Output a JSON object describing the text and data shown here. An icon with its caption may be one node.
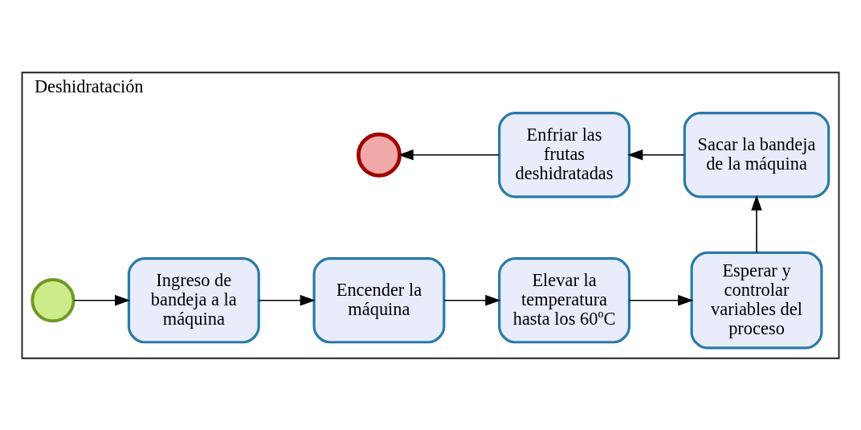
{
  "diagram": {
    "nodes": [
      {
        "text": [
          "Deshidratación"
        ]
      },
      {
        "text": [],
        "shape": "circle",
        "in": 0
      },
      {
        "text": [
          "Ingreso de bandeja a la máquina"
        ],
        "in": 0
      },
      {
        "text": [
          "Encender la máquina"
        ],
        "in": 0
      },
      {
        "text": [
          "Elevar la temperatura hasta los 60ºC"
        ],
        "in": 0
      },
      {
        "text": [
          "Esperar y controlar variables del proceso"
        ],
        "in": 0
      },
      {
        "text": [],
        "shape": "circle",
        "in": 0
      },
      {
        "text": [
          "Enfriar las frutas deshidratadas"
        ],
        "in": 0
      },
      {
        "text": [
          "Sacar la bandeja de la máquina"
        ],
        "in": 0
      }
    ],
    "edges": [
      {
        "from": 1,
        "to": 2,
        "arrow": "to"
      },
      {
        "from": 2,
        "to": 3,
        "arrow": "to"
      },
      {
        "from": 3,
        "to": 4,
        "arrow": "to"
      },
      {
        "from": 4,
        "to": 5,
        "arrow": "to"
      },
      {
        "from": 5,
        "to": 8,
        "arrow": "to"
      },
      {
        "from": 8,
        "to": 7,
        "arrow": "to"
      },
      {
        "from": 7,
        "to": 6,
        "arrow": "to"
      }
    ]
  }
}
